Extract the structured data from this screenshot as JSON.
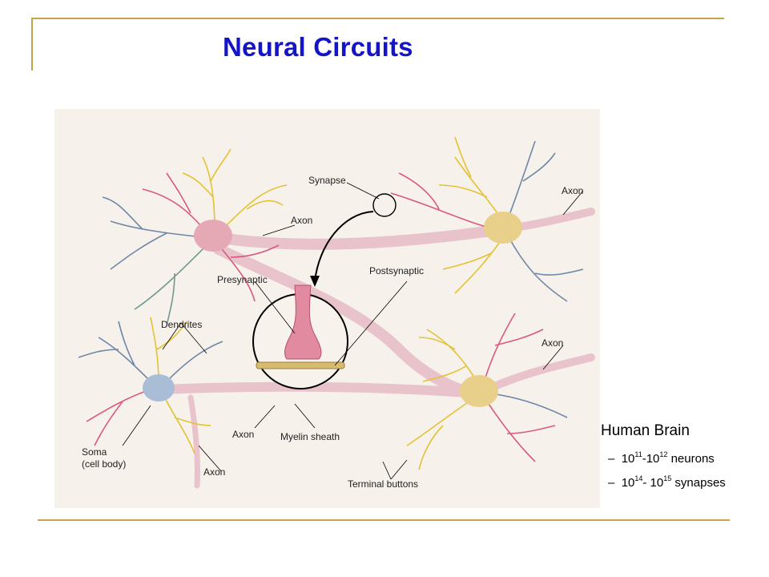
{
  "title": "Neural Circuits",
  "diagram": {
    "labels": {
      "synapse": "Synapse",
      "axon_top": "Axon",
      "axon_right_top": "Axon",
      "presynaptic": "Presynaptic",
      "postsynaptic": "Postsynaptic",
      "dendrites": "Dendrites",
      "axon_right_mid": "Axon",
      "axon_bottom": "Axon",
      "myelin_sheath": "Myelin sheath",
      "soma_line1": "Soma",
      "soma_line2": "(cell body)",
      "axon_bottom_left": "Axon",
      "terminal_buttons": "Terminal buttons"
    },
    "colors": {
      "background": "#f6f1ea",
      "soma_pink": "#e5a9b6",
      "soma_yellow": "#e8cf8a",
      "soma_blue": "#a9bdd6",
      "axon_pink": "#e8c3cc",
      "dendrite_yellow": "#e3c233",
      "dendrite_pink": "#d95a7f",
      "dendrite_blue": "#6f86a8",
      "dendrite_green": "#6f9a8f"
    }
  },
  "bullets": {
    "heading": "Human Brain",
    "items": [
      {
        "dash": "–",
        "base": "10",
        "exp1": "11",
        "sep": "-10",
        "exp2": "12",
        "text": " neurons"
      },
      {
        "dash": "–",
        "base": "10",
        "exp1": "14",
        "sep": "- 10",
        "exp2": "15",
        "text": " synapses"
      }
    ]
  },
  "accent_rule_color": "#c8a24a",
  "title_color": "#1515c8"
}
